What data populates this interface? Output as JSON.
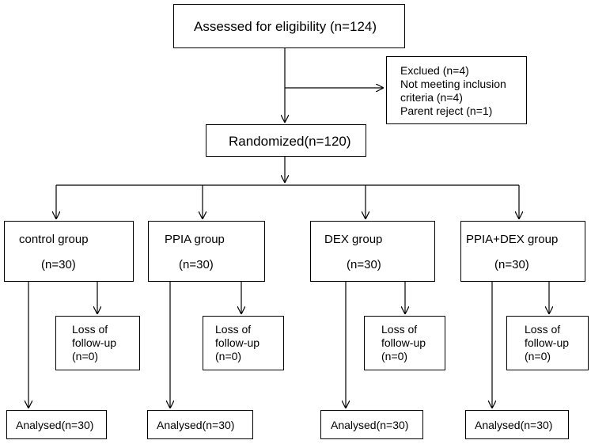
{
  "assessed": "Assessed for eligibility (n=124)",
  "excluded": {
    "line1": "Exclued (n=4)",
    "line2": "Not meeting inclusion",
    "line3": "criteria (n=4)",
    "line4": "Parent reject (n=1)"
  },
  "randomized": "Randomized(n=120)",
  "groups": [
    {
      "name": "control group",
      "n": "(n=30)",
      "loss_line1": "Loss of",
      "loss_line2": "follow-up",
      "loss_line3": "(n=0)",
      "analysed": "Analysed(n=30)"
    },
    {
      "name": "PPIA group",
      "n": "(n=30)",
      "loss_line1": "Loss of",
      "loss_line2": "follow-up",
      "loss_line3": "(n=0)",
      "analysed": "Analysed(n=30)"
    },
    {
      "name": "DEX group",
      "n": "(n=30)",
      "loss_line1": "Loss of",
      "loss_line2": "follow-up",
      "loss_line3": "(n=0)",
      "analysed": "Analysed(n=30)"
    },
    {
      "name": "PPIA+DEX group",
      "n": "(n=30)",
      "loss_line1": "Loss of",
      "loss_line2": "follow-up",
      "loss_line3": "(n=0)",
      "analysed": "Analysed(n=30)"
    }
  ]
}
